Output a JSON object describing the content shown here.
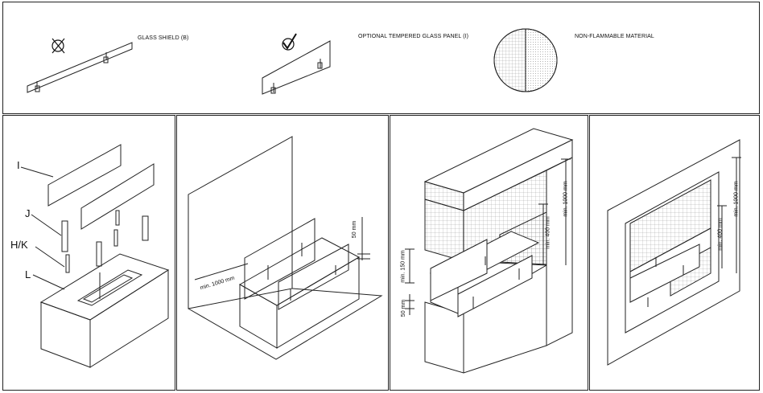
{
  "legend": {
    "glass_shield": "GLASS SHIELD (B)",
    "optional_panel": "OPTIONAL TEMPERED GLASS PANEL (I)",
    "non_flammable": "NON-FLAMMABLE MATERIAL"
  },
  "step1": {
    "label_i": "I",
    "label_j": "J",
    "label_hk": "H/K",
    "label_l": "L"
  },
  "step2": {
    "dim_50": "50 mm",
    "dim_1000": "min. 1000 mm"
  },
  "step3": {
    "dim_1000": "min. 1000 mm",
    "dim_400": "min. 400 mm",
    "dim_150": "min. 150 mm",
    "dim_50": "50 mm"
  },
  "step4": {
    "dim_1000": "min. 1000 mm",
    "dim_400": "min. 400 mm"
  },
  "colors": {
    "line": "#222222",
    "hatch": "#888888"
  }
}
